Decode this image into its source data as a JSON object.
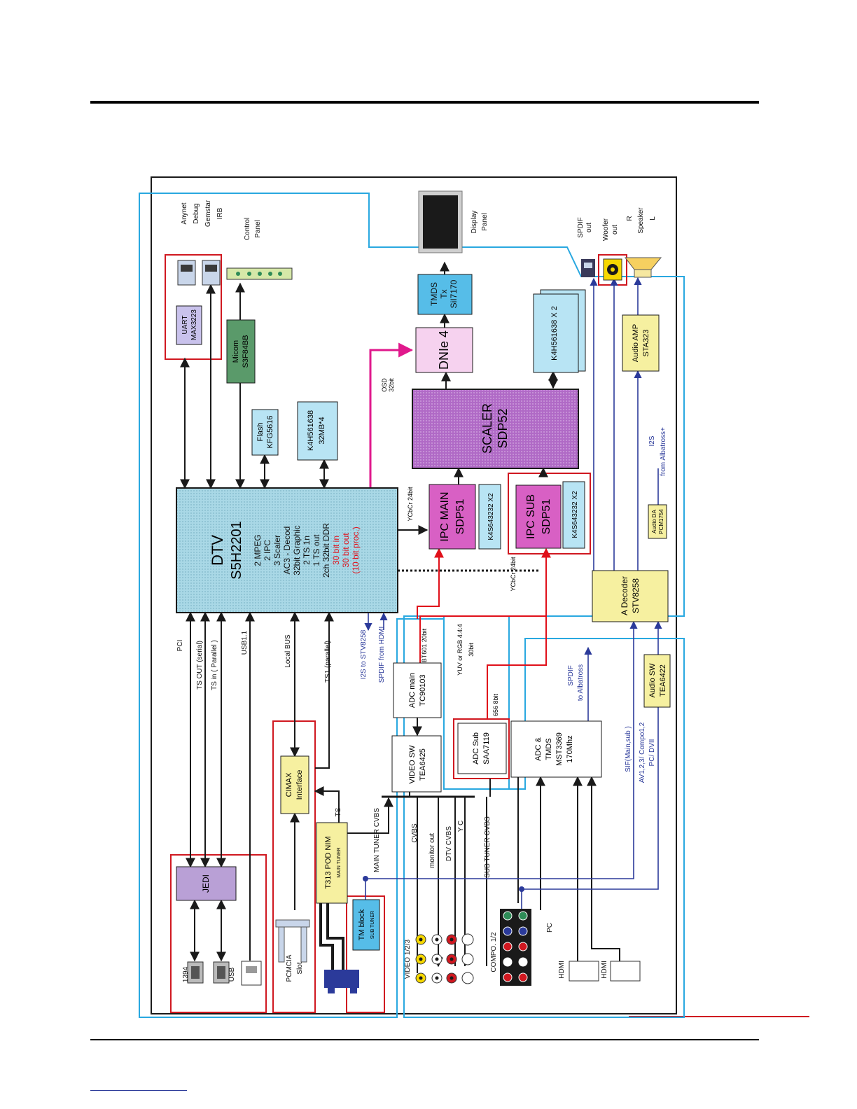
{
  "colors": {
    "frame": "#1a1a1a",
    "blue_outline": "#29a8e0",
    "red_outline": "#d01820",
    "red_path": "#e0101a",
    "magenta_path": "#e0188c",
    "navy_path": "#2b3a9a",
    "dtv_fill": "#a9d8e6",
    "scaler_fill": "#b06ac6",
    "ipc_fill": "#d860c4",
    "dnie_fill": "#f6d2ef",
    "tmds_fill": "#56bde8",
    "ram_fill": "#b8e4f4",
    "yellow_fill": "#f6f0a0",
    "jedi_fill": "#b9a0d6",
    "micom_fill": "#5a9a6a",
    "uart_fill": "#c9c2ec"
  },
  "blocks": {
    "dtv": {
      "lines": [
        "DTV",
        "S5H2201",
        "2 MPEG",
        "2 IPC",
        "3 Scaler",
        "AC3 - Decod",
        "32bit Graphic",
        "2 TS 1n",
        "1 TS out",
        "2ch 32bit DDR"
      ],
      "red_lines": [
        "30 bit in",
        "30 bit out",
        "(10 bit proc.)"
      ]
    },
    "scaler": {
      "lines": [
        "SCALER",
        "SDP52"
      ]
    },
    "ipc_main": {
      "lines": [
        "IPC MAIN",
        "SDP51"
      ]
    },
    "ipc_sub": {
      "lines": [
        "IPC SUB",
        "SDP51"
      ]
    },
    "k4s_main": {
      "lines": [
        "K4S643232 X2"
      ]
    },
    "k4s_sub": {
      "lines": [
        "K4S643232 X2"
      ]
    },
    "dnie": {
      "lines": [
        "DNIe 4"
      ]
    },
    "tmds": {
      "lines": [
        "TMDS",
        "Tx",
        "SiI7170"
      ]
    },
    "k4h_scaler": {
      "lines": [
        "K4H561638 X 2"
      ]
    },
    "flash": {
      "lines": [
        "Flash",
        "KFG5616"
      ]
    },
    "k4h_dtv": {
      "lines": [
        "K4H561638",
        "32MB*4"
      ]
    },
    "micom": {
      "lines": [
        "Micom",
        "S3F84BB"
      ]
    },
    "uart": {
      "lines": [
        "UART",
        "MAX3223"
      ]
    },
    "audio_amp": {
      "lines": [
        "Audio AMP",
        "STA323"
      ]
    },
    "audio_da": {
      "lines": [
        "Audio DA",
        "PCM1754"
      ]
    },
    "a_decoder": {
      "lines": [
        "A Decoder",
        "STV8258"
      ]
    },
    "audio_sw": {
      "lines": [
        "Audio SW",
        "TEA6422"
      ]
    },
    "adc_main": {
      "lines": [
        "ADC main",
        "TC90103"
      ]
    },
    "video_sw": {
      "lines": [
        "VIDEO SW",
        "TEA6425"
      ]
    },
    "adc_sub": {
      "lines": [
        "ADC Sub",
        "SAA7119"
      ]
    },
    "adc_tmds": {
      "lines": [
        "ADC &",
        "TMDS",
        "MST3369",
        "170Mhz"
      ]
    },
    "cimax": {
      "lines": [
        "CIMAX",
        "Interface"
      ]
    },
    "pod_nim": {
      "lines": [
        "T313 POD NIM"
      ],
      "small": "MAIN TUNER"
    },
    "tm_block": {
      "lines": [
        "TM block"
      ],
      "small": "SUB TUNER"
    },
    "jedi": {
      "lines": [
        "JEDI"
      ]
    }
  },
  "labels": {
    "anynet": "Anynet",
    "debug": "Debug",
    "gemstar": "Gemstar",
    "irb": "IRB",
    "control": "Control",
    "panel": "Panel",
    "display": "Display",
    "display_panel": "Panel",
    "spdif_out_1": "SPDIF",
    "spdif_out_2": "out",
    "woofer_1": "Woofer",
    "woofer_2": "out",
    "r": "R",
    "speaker": "Speaker",
    "l": "L",
    "osd_1": "OSD",
    "osd_2": "32bit",
    "ycbcr_24": "YCbCr   24bit",
    "ycbcr_24_sub": "YCbCr   24bit",
    "i2s_1": "I2S",
    "i2s_2": "from Albatross+",
    "pci": "PCI",
    "ts_out": "TS OUT (serial)",
    "ts_in": "TS in (   Parallel    )",
    "usb11": "USB1.1",
    "local_bus": "Local BUS",
    "ts1": "TS1 (parallel)",
    "i2s_stv": "I2S to STV8258",
    "spdif_hdmi": "SPDIF   from HDMI",
    "bt601": "BT601 20bit",
    "yuv_1": "YUV or RGB 4:4:4",
    "yuv_2": "30bit",
    "b656": "656 8bit",
    "spdif_alb_1": "SPDIF",
    "spdif_alb_2": "to Albatross",
    "sif": "SIF(Main,sub      )",
    "av_1": "AV1,2,3/ Compo1,2",
    "av_2": "PC/ DVII",
    "main_cvbs": "MAIN TUNER CVBS",
    "ts": "TS",
    "cvbs": "CVBS",
    "monitor_out": "monitor out",
    "dtv_cvbs": "DTV CVBS",
    "yc": "Y C",
    "sub_cvbs": "SUB TUNER CVBS",
    "pc": "PC",
    "ieee1394": "1394",
    "usb": "USB",
    "pcmcia_1": "PCMCIA",
    "pcmcia_2": "Slot",
    "video123": "VIDEO 1/2/3",
    "compo12": "COMPO. 1/2",
    "hdmi_a": "HDMI",
    "hdmi_b": "HDMI"
  }
}
